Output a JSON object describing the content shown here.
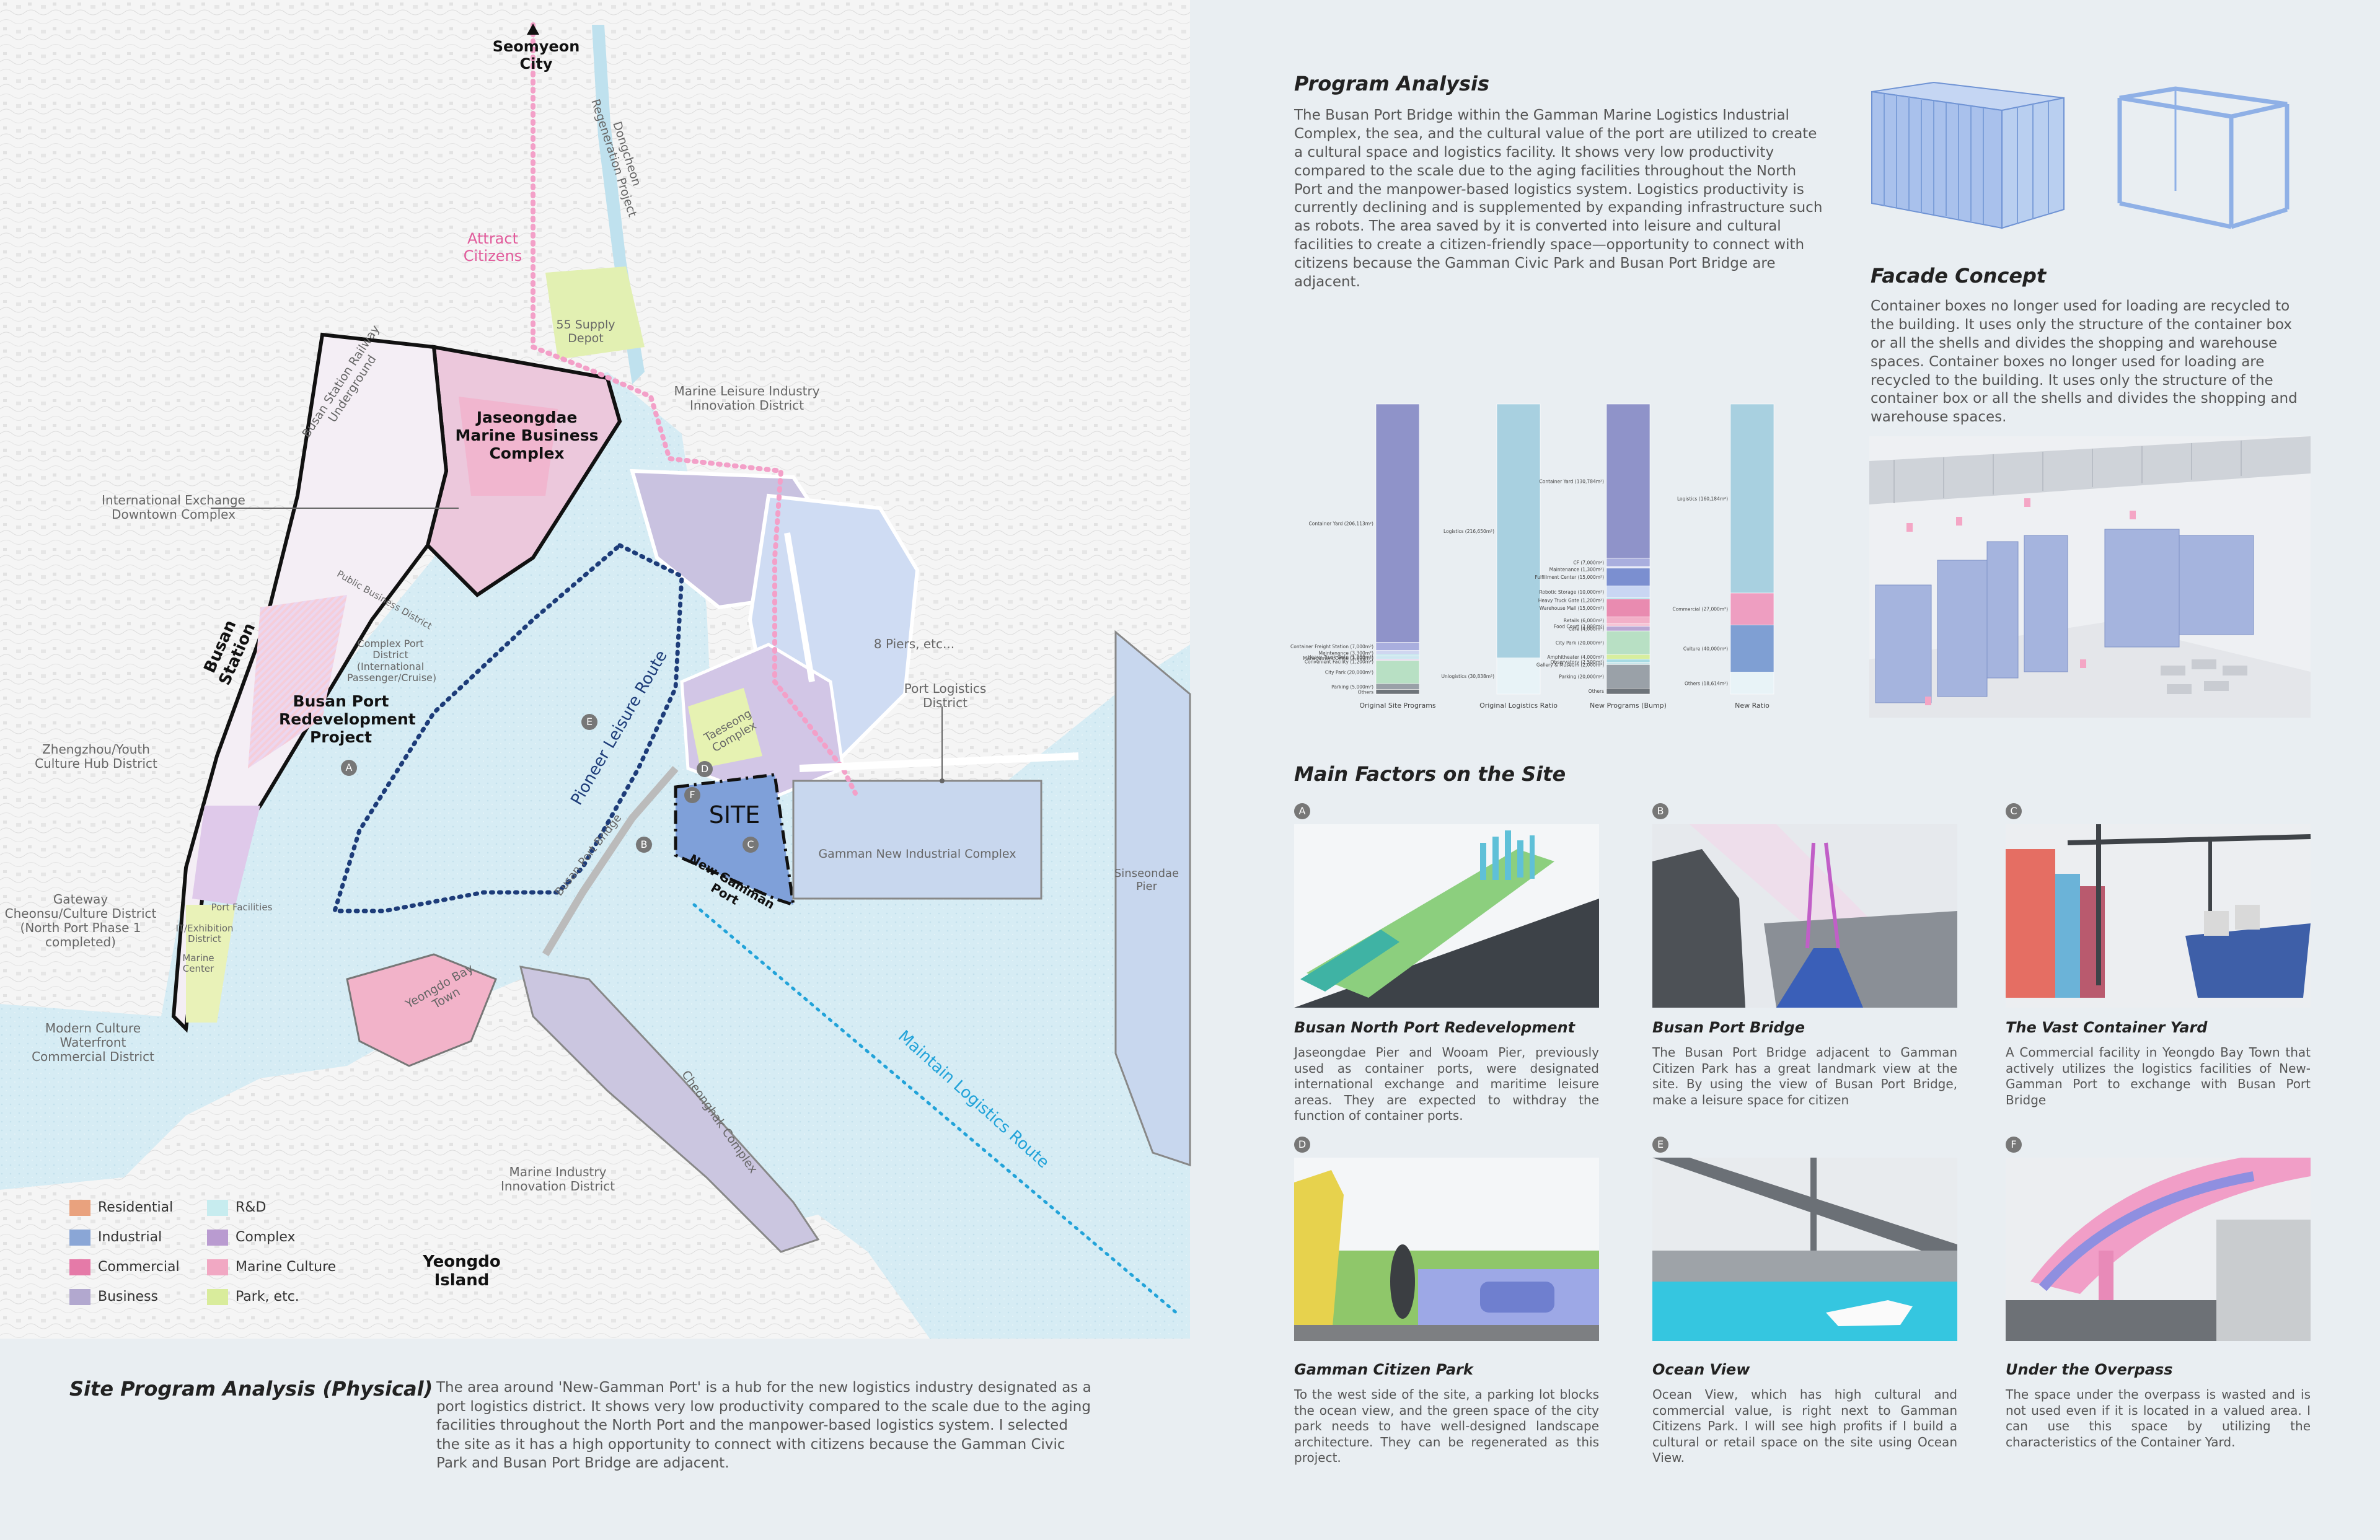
{
  "map": {
    "labels": {
      "seomyeon": "Seomyeon City",
      "dongcheon": "Dongcheon Regeneration Project",
      "attract": "Attract Citizens",
      "supply_depot": "55 Supply Depot",
      "jaseongdae": "Jaseongdae Marine Business Complex",
      "railway": "Busan Station Railway Underground",
      "intl_exchange": "International Exchange Downtown Complex",
      "marine_leisure": "Marine Leisure Industry Innovation District",
      "busan_station": "Busan Station",
      "public_business": "Public Business District",
      "complex_port": "Complex Port District (International Passenger/Cruise)",
      "redevelopment": "Busan Port Redevelopment Project",
      "piers": "8 Piers, etc...",
      "port_logistics": "Port Logistics District",
      "pioneer": "Pioneer Leisure Route",
      "taeseong": "Taeseong Complex",
      "zhengzhou": "Zhengzhou/Youth Culture Hub District",
      "site": "SITE",
      "gamman_new": "Gamman New Industrial Complex",
      "sinseondae": "Sinseondae Pier",
      "busan_port_bridge": "Busan Port Bridge",
      "new_gamman": "New Gamman Port",
      "gateway": "Gateway Cheonsu/Culture District (North Port Phase 1 completed)",
      "port_facilities": "Port Facilities",
      "it_exhibition": "IT/Exhibition District",
      "marine_center": "Marine Center",
      "yeongdo_bay": "Yeongdo Bay Town",
      "modern_culture": "Modern Culture Waterfront Commercial District",
      "maintain": "Maintain Logistics Route",
      "cheonghak": "Cheonghak Complex",
      "marine_industry": "Marine Industry Innovation District",
      "yeongdo_island": "Yeongdo Island"
    },
    "legend": [
      {
        "label": "Residential",
        "color": "#e9a27e"
      },
      {
        "label": "Industrial",
        "color": "#8aa6d6"
      },
      {
        "label": "Commercial",
        "color": "#e57aa8"
      },
      {
        "label": "Business",
        "color": "#b2a8cf"
      },
      {
        "label": "R&D",
        "color": "#c7ecef"
      },
      {
        "label": "Complex",
        "color": "#b99bd0"
      },
      {
        "label": "Marine Culture",
        "color": "#f1a8c3"
      },
      {
        "label": "Park, etc.",
        "color": "#d9ec9c"
      }
    ]
  },
  "site_program": {
    "title": "Site Program Analysis (Physical)",
    "text": "The area around 'New-Gamman Port' is a hub for the new logistics industry designated as a port logistics district. It shows very low productivity compared to the scale due to the aging facilities throughout the North Port and the manpower-based logistics system. I selected the site as it has a high opportunity to connect with citizens because the Gamman Civic Park and Busan Port Bridge are adjacent."
  },
  "program_analysis": {
    "title": "Program Analysis",
    "text": "The Busan Port Bridge within the Gamman Marine Logistics Industrial Complex, the sea, and the cultural value of the port are utilized to create a cultural space and logistics facility. It shows very low productivity compared to the scale due to the aging facilities throughout the North Port and the manpower-based logistics system. Logistics productivity is currently declining and is supplemented by expanding infrastructure such as robots. The area saved by it is converted into leisure and cultural facilities to create a citizen-friendly space—opportunity to connect with citizens because the Gamman Civic Park and Busan Port Bridge are adjacent."
  },
  "facade": {
    "title": "Facade Concept",
    "text": "Container boxes no longer used for loading are recycled to the building. It uses only the structure of the container box or all the shells and divides the shopping and warehouse spaces. Container boxes no longer used for loading are recycled to the building. It uses only the structure of the container box or all the shells and divides the shopping and warehouse spaces."
  },
  "chart_data": {
    "type": "bar",
    "categories": [
      "Original Site Programs",
      "Original Logistics Ratio",
      "New Programs (Bump)",
      "New Ratio"
    ],
    "series": [
      {
        "segments": [
          {
            "label": "Container Yard (206,113m²)",
            "value": 206113,
            "color": "#8f93c9"
          },
          {
            "label": "Container Freight Station (7,000m²)",
            "value": 7000,
            "color": "#a9aede"
          },
          {
            "label": "Maintenance (3,300m²)",
            "value": 3300,
            "color": "#cfd6f0"
          },
          {
            "label": "Heavy Truck Gate (1,200m²)",
            "value": 1200,
            "color": "#b3e0e8"
          },
          {
            "label": "Management Office (3,000m²)",
            "value": 3000,
            "color": "#cde7f0"
          },
          {
            "label": "Convenient Facility (1,200m²)",
            "value": 1200,
            "color": "#e3d3ea"
          },
          {
            "label": "City Park (20,000m²)",
            "value": 20000,
            "color": "#b8e0c4"
          },
          {
            "label": "Parking (5,000m²)",
            "value": 5000,
            "color": "#9aa1a8"
          },
          {
            "label": "Others",
            "value": 4000,
            "color": "#6e747a"
          }
        ]
      },
      {
        "segments": [
          {
            "label": "Logistics (216,650m²)",
            "value": 216650,
            "color": "#a8d0e0"
          },
          {
            "label": "Unlogistics (30,838m²)",
            "value": 30838,
            "color": "#e8f3f7"
          }
        ]
      },
      {
        "segments": [
          {
            "label": "Container Yard (130,784m²)",
            "value": 130784,
            "color": "#8f93c9"
          },
          {
            "label": "CF (7,000m²)",
            "value": 7000,
            "color": "#a9aede"
          },
          {
            "label": "Maintenance (1,300m²)",
            "value": 1300,
            "color": "#e6e9f7"
          },
          {
            "label": "Fulfillment Center (15,000m²)",
            "value": 15000,
            "color": "#7b8fd0"
          },
          {
            "label": "Robotic Storage (10,000m²)",
            "value": 10000,
            "color": "#c9d6f3"
          },
          {
            "label": "Heavy Truck Gate (1,200m²)",
            "value": 1200,
            "color": "#b3e0e8"
          },
          {
            "label": "Warehouse Mall (15,000m²)",
            "value": 15000,
            "color": "#e98bb0"
          },
          {
            "label": "Retails (6,000m²)",
            "value": 6000,
            "color": "#f2b0c8"
          },
          {
            "label": "Food Court (2,000m²)",
            "value": 2000,
            "color": "#f6c6d6"
          },
          {
            "label": "Cafe (4,000m²)",
            "value": 4000,
            "color": "#b9a7d3"
          },
          {
            "label": "City Park (20,000m²)",
            "value": 20000,
            "color": "#b8e0c4"
          },
          {
            "label": "Amphitheater (4,000m²)",
            "value": 4000,
            "color": "#d7ee9e"
          },
          {
            "label": "Observatory (2,500m²)",
            "value": 2500,
            "color": "#a7dbe4"
          },
          {
            "label": "Gallery & Museum (2,000m²)",
            "value": 2000,
            "color": "#c9e6ea"
          },
          {
            "label": "Parking (20,000m²)",
            "value": 20000,
            "color": "#9aa1a8"
          },
          {
            "label": "Others",
            "value": 5000,
            "color": "#6e747a"
          }
        ]
      },
      {
        "segments": [
          {
            "label": "Logistics (160,184m²)",
            "value": 160184,
            "color": "#a8d0e0"
          },
          {
            "label": "Commercial (27,000m²)",
            "value": 27000,
            "color": "#ee9ec1"
          },
          {
            "label": "Culture (40,000m²)",
            "value": 40000,
            "color": "#7f9fd3"
          },
          {
            "label": "Others (18,614m²)",
            "value": 18614,
            "color": "#e8f3f7"
          }
        ]
      }
    ]
  },
  "factors": {
    "title": "Main Factors on the Site",
    "items": [
      {
        "badge": "A",
        "title": "Busan North Port Redevelopment",
        "text": "Jaseongdae Pier and Wooam Pier, previously used as container ports, were designated international exchange and maritime leisure areas. They are expected to withdray the function of container ports."
      },
      {
        "badge": "B",
        "title": "Busan Port Bridge",
        "text": "The Busan Port Bridge adjacent to Gamman Citizen Park has a great landmark view at the site. By using the view of Busan Port Bridge, make a leisure space for citizen"
      },
      {
        "badge": "C",
        "title": "The Vast Container Yard",
        "text": "A Commercial facility in Yeongdo Bay Town that actively utilizes the logistics facilities of New-Gamman Port to exchange with Busan Port Bridge"
      },
      {
        "badge": "D",
        "title": "Gamman Citizen Park",
        "text": "To the west side of the site, a parking lot blocks the ocean view, and the green space of the city park needs to have well-designed landscape architecture. They can be regenerated as this project."
      },
      {
        "badge": "E",
        "title": "Ocean View",
        "text": "Ocean View, which has high cultural and commercial value, is right next to Gamman Citizens Park. I will see high profits if I build a cultural or retail space on the site using Ocean View."
      },
      {
        "badge": "F",
        "title": "Under the Overpass",
        "text": "The space under the overpass is wasted and is not used even if it is located in a valued area. I can use this space by utilizing the characteristics of the Container Yard."
      }
    ]
  }
}
